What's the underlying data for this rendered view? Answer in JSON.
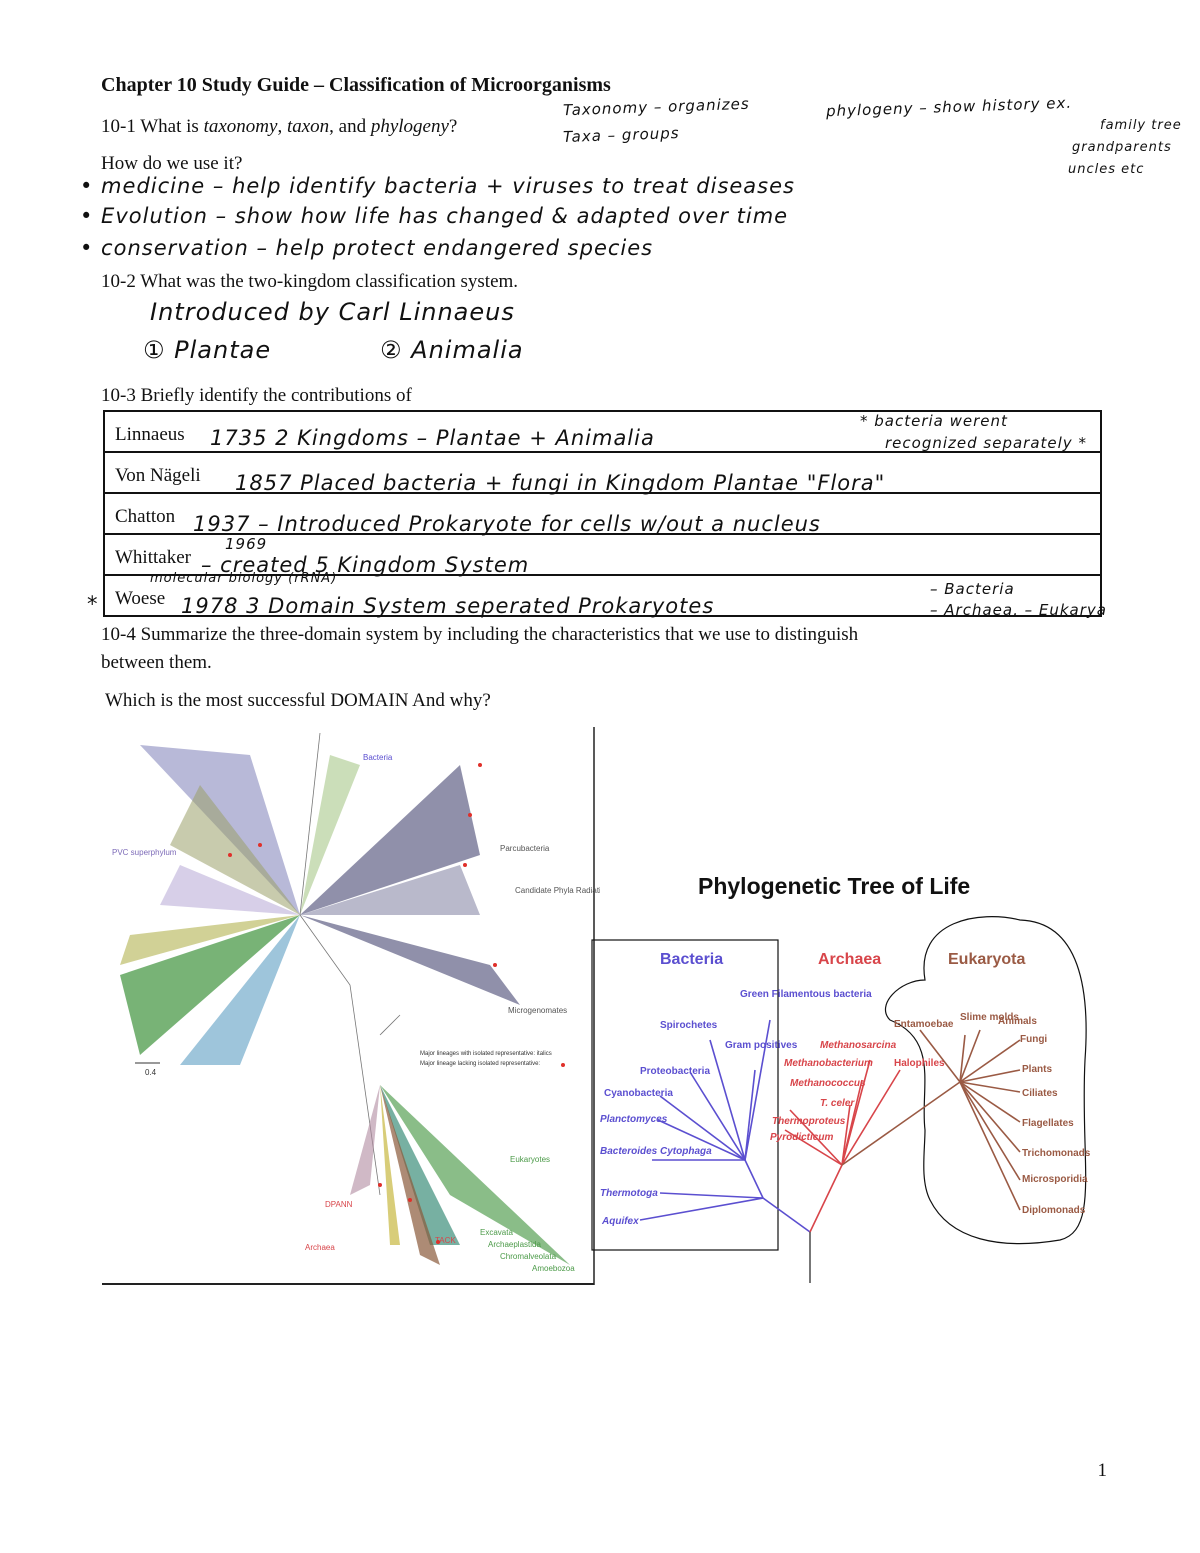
{
  "title": "Chapter 10 Study Guide – Classification of Microorganisms",
  "q1": {
    "prefix": "10-1 What is ",
    "t1": "taxonomy",
    "sep1": ", ",
    "t2": "taxon",
    "sep2": ", and ",
    "t3": "phylogeny",
    "suffix": "?",
    "followup": "How do we use it?",
    "notes": {
      "taxonomy": "Taxonomy – organizes",
      "taxa": "Taxa – groups",
      "phylogeny": "phylogeny – show history ex.",
      "family1": "family tree",
      "family2": "grandparents",
      "family3": "uncles etc"
    },
    "uses": [
      "• medicine – help identify bacteria + viruses to treat diseases",
      "• Evolution – show how life has changed & adapted over time",
      "• conservation – help protect endangered species"
    ]
  },
  "q2": {
    "text": "10-2 What was the two-kingdom classification system.",
    "answer_line1": "Introduced by Carl Linnaeus",
    "answer_item1": "① Plantae",
    "answer_item2": "② Animalia"
  },
  "q3": {
    "text": "10-3 Briefly identify the contributions of",
    "rows": [
      {
        "name": "Linnaeus",
        "answer": "1735   2 Kingdoms – Plantae  +  Animalia",
        "note1": "* bacteria werent",
        "note2": "recognized separately *"
      },
      {
        "name": "Von Nägeli",
        "answer": "1857   Placed bacteria + fungi in Kingdom Plantae        \"Flora\""
      },
      {
        "name": "Chatton",
        "answer": "1937 – Introduced Prokaryote for cells w/out a nucleus"
      },
      {
        "name": "Whittaker",
        "answer": "– created 5 Kingdom System",
        "year": "1969"
      },
      {
        "name": "Woese",
        "answer": "1978  3 Domain System  seperated Prokaryotes",
        "note1": "molecular biology (rRNA)",
        "star": "*",
        "d1": "– Bacteria",
        "d2": "– Archaea,  – Eukarya"
      }
    ]
  },
  "q4": {
    "text1": "10-4 Summarize the three-domain system by including the characteristics that we use to distinguish",
    "text2": "between them.",
    "text3": "Which is the most successful DOMAIN And why?"
  },
  "left_tree": {
    "labels": {
      "bacteria": "Bacteria",
      "eukaryotes": "Eukaryotes",
      "archaea": "Archaea",
      "pvc": "PVC superphylum",
      "cpr": "Candidate Phyla Radiation",
      "micro": "Microgenomates",
      "parcu": "Parcubacteria",
      "dpann": "DPANN",
      "tack": "TACK",
      "excavata": "Excavata",
      "archaeplastida": "Archaeplastida",
      "chromalveolata": "Chromalveolata",
      "amoebozoa": "Amoebozoa",
      "scale": "0.4",
      "legend1": "Major lineages with isolated representative: italics",
      "legend2": "Major lineage lacking isolated representative: "
    }
  },
  "right_tree": {
    "title": "Phylogenetic Tree of Life",
    "bacteria": "Bacteria",
    "archaea": "Archaea",
    "eukaryota": "Eukaryota",
    "bac_leaves": [
      "Green Filamentous bacteria",
      "Spirochetes",
      "Gram positives",
      "Proteobacteria",
      "Cyanobacteria",
      "Planctomyces",
      "Bacteroides Cytophaga",
      "Thermotoga",
      "Aquifex"
    ],
    "arc_leaves": [
      "Methanosarcina",
      "Methanobacterium",
      "Halophiles",
      "Methanococcus",
      "T. celer",
      "Thermoproteus",
      "Pyrodicticum"
    ],
    "euk_leaves": [
      "Entamoebae",
      "Slime molds",
      "Animals",
      "Fungi",
      "Plants",
      "Ciliates",
      "Flagellates",
      "Trichomonads",
      "Microsporidia",
      "Diplomonads"
    ]
  },
  "page_number": "1",
  "colors": {
    "bacteria": "#5b4fd0",
    "archaea": "#d8454a",
    "eukaryota": "#9a5a44"
  }
}
